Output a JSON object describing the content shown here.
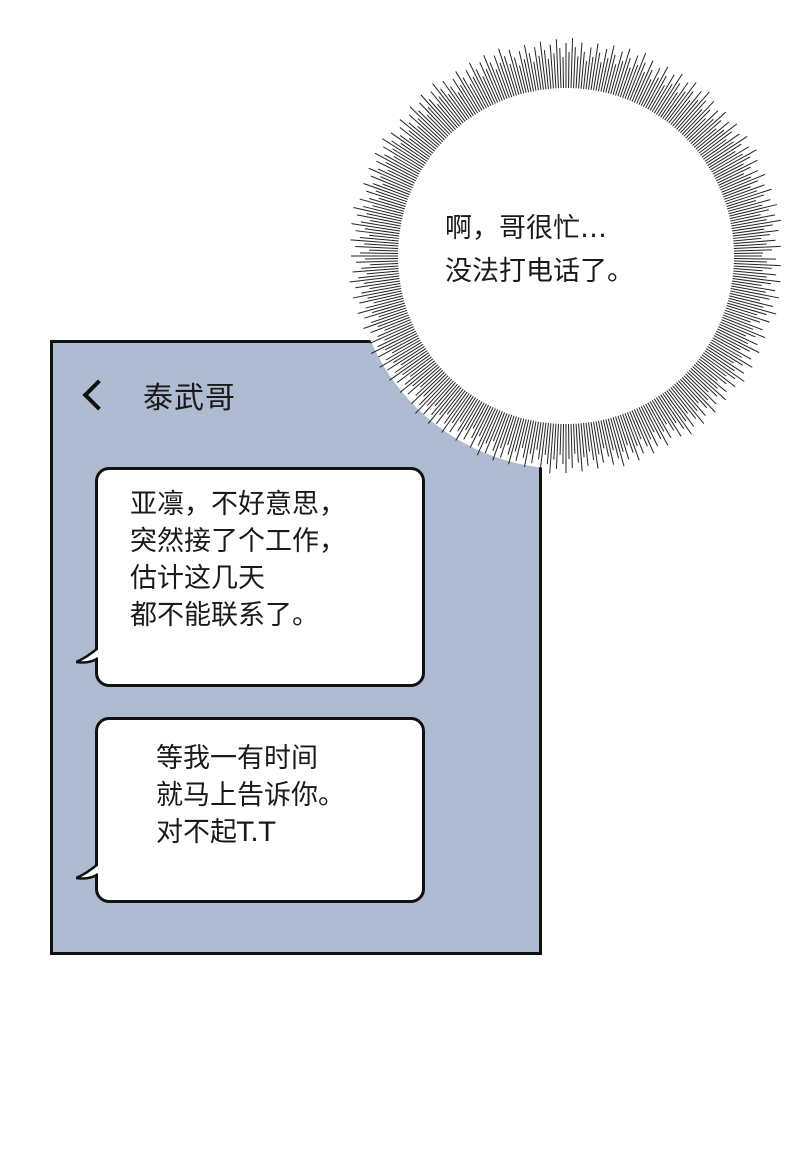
{
  "speech_bubble": {
    "lines": [
      "啊，哥很忙…",
      "没法打电话了。"
    ]
  },
  "chat": {
    "contact_name": "泰武哥",
    "messages": [
      {
        "lines": [
          "亚凛，不好意思，",
          "突然接了个工作，",
          "估计这几天",
          "都不能联系了。"
        ]
      },
      {
        "lines": [
          "等我一有时间",
          "就马上告诉你。",
          "对不起T.T"
        ]
      }
    ]
  },
  "colors": {
    "phone_bg": "#aebbd0",
    "outline": "#111111"
  }
}
